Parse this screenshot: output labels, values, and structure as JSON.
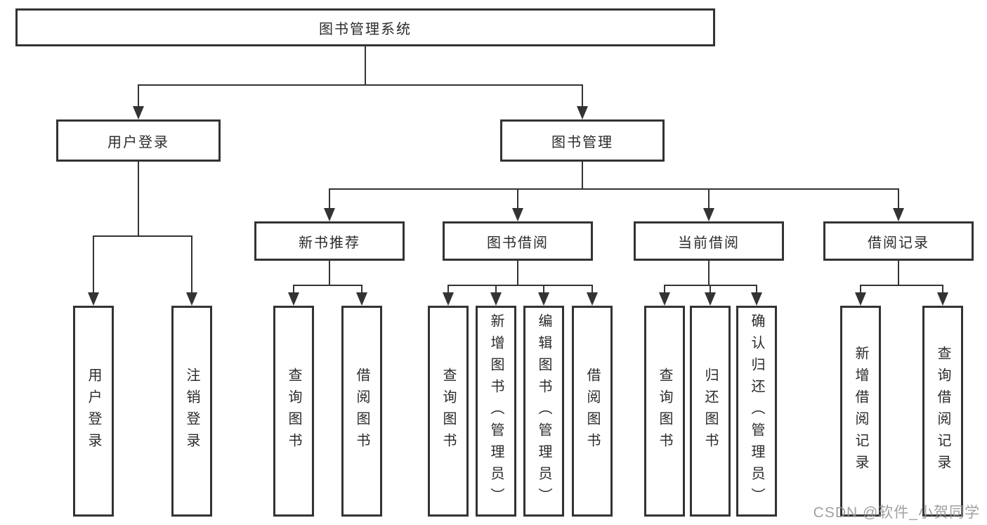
{
  "diagram": {
    "title": "图书管理系统",
    "colors": {
      "line": "#333333",
      "text": "#2b2b2b",
      "background": "#ffffff",
      "watermark": "#969696"
    },
    "tree": {
      "root": {
        "label": "图书管理系统"
      },
      "branches": [
        {
          "label": "用户登录",
          "children": [
            "用户登录",
            "注销登录"
          ]
        },
        {
          "label": "图书管理",
          "groups": [
            {
              "label": "新书推荐",
              "children": [
                "查询图书",
                "借阅图书"
              ]
            },
            {
              "label": "图书借阅",
              "children": [
                "查询图书",
                "新增图书（管理员）",
                "编辑图书（管理员）",
                "借阅图书"
              ]
            },
            {
              "label": "当前借阅",
              "children": [
                "查询图书",
                "归还图书",
                "确认归还（管理员）"
              ]
            },
            {
              "label": "借阅记录",
              "children": [
                "新增借阅记录",
                "查询借阅记录"
              ]
            }
          ]
        }
      ]
    },
    "watermark": "CSDN @软件_小贺同学"
  }
}
